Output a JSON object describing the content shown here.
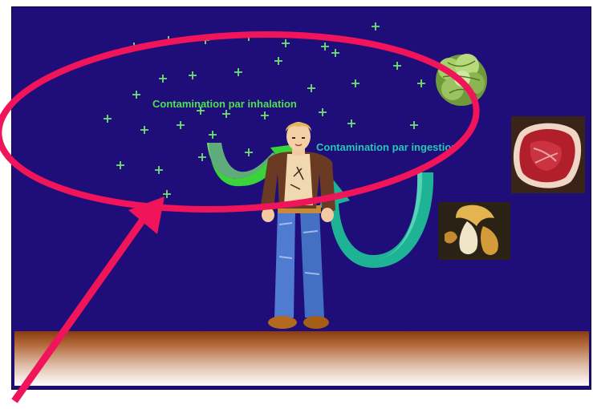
{
  "labels": {
    "inhalation": "Contamination par inhalation",
    "ingestion": "Contamination par ingestion"
  },
  "icons": {
    "particles": "green-plus-sparkle",
    "lettuce": "lettuce-icon",
    "meat": "meat-icon",
    "mushroom": "mushroom-icon",
    "person": "person-figure"
  },
  "colors": {
    "sky": "#1f0d7a",
    "particles": "#6ee56e",
    "inhalation_text": "#4de24d",
    "ingestion_text": "#25c9b4",
    "inhalation_arrow": "#3ad43a",
    "ingestion_arrow": "#1fb396",
    "highlight": "#f0145a"
  }
}
